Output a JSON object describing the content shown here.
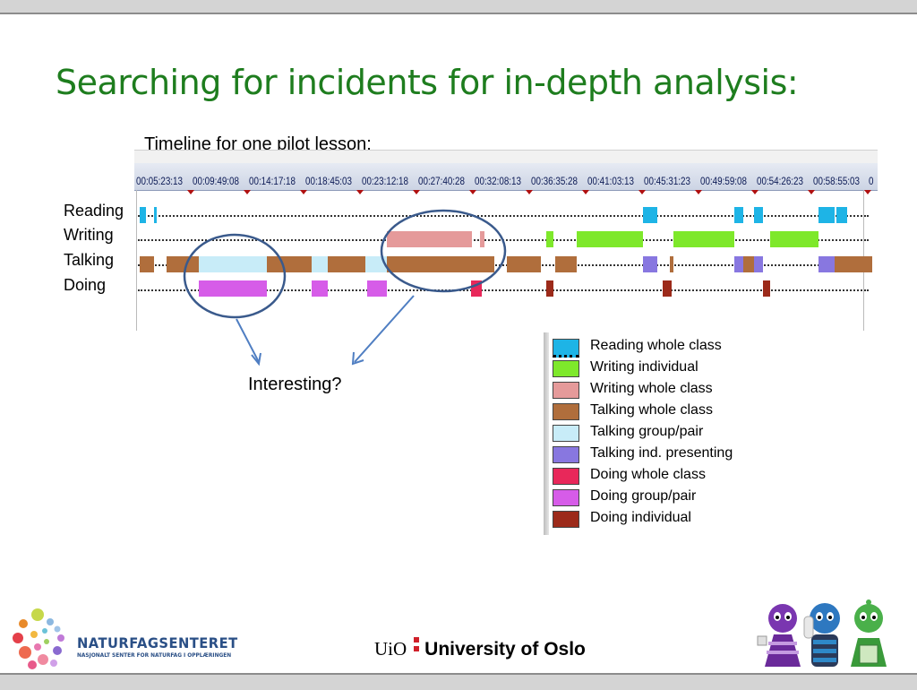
{
  "slide": {
    "title": "Searching for incidents for in-depth analysis:",
    "subtitle": "Timeline for one pilot lesson:",
    "annotation": "Interesting?"
  },
  "timeline": {
    "row_labels": [
      "Reading",
      "Writing",
      "Talking",
      "Doing"
    ],
    "time_ticks": [
      "00:05:23:13",
      "00:09:49:08",
      "00:14:17:18",
      "00:18:45:03",
      "00:23:12:18",
      "00:27:40:28",
      "00:32:08:13",
      "00:36:35:28",
      "00:41:03:13",
      "00:45:31:23",
      "00:49:59:08",
      "00:54:26:23",
      "00:58:55:03",
      "0"
    ],
    "highlight_rings": 2,
    "highlight_ring_targets": [
      "Talking group/pair and Doing group/pair segments",
      "Writing whole class segment"
    ]
  },
  "legend": {
    "items": [
      {
        "label": "Reading whole class",
        "color": "#1eb4e6"
      },
      {
        "label": "Writing individual",
        "color": "#7ee82b"
      },
      {
        "label": "Writing whole class",
        "color": "#e59a9a"
      },
      {
        "label": "Talking whole class",
        "color": "#b06e3c"
      },
      {
        "label": "Talking group/pair",
        "color": "#c8ecf8"
      },
      {
        "label": "Talking ind. presenting",
        "color": "#8877e0"
      },
      {
        "label": "Doing whole class",
        "color": "#e8285a"
      },
      {
        "label": "Doing group/pair",
        "color": "#d65ce8"
      },
      {
        "label": "Doing individual",
        "color": "#9c2a1a"
      }
    ]
  },
  "footer": {
    "logo_left_name": "NATURFAGSENTERET",
    "logo_left_tagline": "NASJONALT SENTER FOR NATURFAG I OPPLÆRINGEN",
    "uio_short": "UiO",
    "uio_long": "University of Oslo"
  },
  "colors": {
    "title": "#1e7d1e",
    "ring": "#3a5a8c",
    "arrow": "#4f7ec2"
  }
}
